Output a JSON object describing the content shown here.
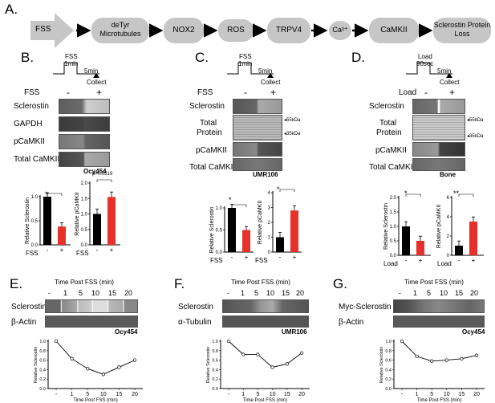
{
  "panel_letters": [
    "A.",
    "B.",
    "C.",
    "D.",
    "E.",
    "F.",
    "G."
  ],
  "pathway": {
    "nodes": [
      "FSS",
      "deTyr Microtubules",
      "NOX2",
      "ROS",
      "TRPV4",
      "Ca²⁺",
      "CaMKII",
      "Sclerostin Protein Loss"
    ]
  },
  "B": {
    "protocol_top": "FSS",
    "protocol_top2": "1min",
    "protocol_mid": "5min",
    "protocol_collect": "Collect",
    "treatment": "FSS",
    "minus": "-",
    "plus": "+",
    "rows": [
      "Sclerostin",
      "GAPDH",
      "pCaMKII",
      "Total CaMKII"
    ],
    "cell": "Ocy454",
    "star": "*",
    "pvalue": "p=0.0519"
  },
  "C": {
    "protocol_top": "FSS",
    "protocol_top2": "1min",
    "protocol_mid": "5min",
    "protocol_collect": "Collect",
    "treatment": "FSS",
    "minus": "-",
    "plus": "+",
    "rows": [
      "Sclerostin",
      "Total",
      "Protein",
      "pCaMKII",
      "Total CaMKII"
    ],
    "markers": [
      "55kDa",
      "35kDa"
    ],
    "cell": "UMR106",
    "star": "*"
  },
  "D": {
    "protocol_top": "Load",
    "protocol_top2": "90sec",
    "protocol_mid": "5min",
    "protocol_collect": "Collect",
    "treatment": "Load",
    "minus": "-",
    "plus": "+",
    "rows": [
      "Sclerostin",
      "Total",
      "Protein",
      "pCaMKII",
      "Total CaMKII"
    ],
    "markers": [
      "55kDa",
      "35kDa"
    ],
    "cell": "Bone",
    "star1": "*",
    "star2": "**"
  },
  "timecourse": {
    "header": "Time Post FSS (min)",
    "lanes": [
      "-",
      "1",
      "5",
      "10",
      "15",
      "20"
    ],
    "E": {
      "rows": [
        "Sclerostin",
        "β-Actin"
      ],
      "cell": "Ocy454"
    },
    "F": {
      "rows": [
        "Sclerostin",
        "α-Tubulin"
      ],
      "cell": "UMR106"
    },
    "G": {
      "rows": [
        "Myc-Sclerostin",
        "β-Actin"
      ],
      "cell": "Ocy454"
    }
  },
  "chart_data": [
    {
      "type": "bar",
      "panel": "B",
      "ylabel": "Relative Sclerostin",
      "categories": [
        "-",
        "+"
      ],
      "xgroup": "FSS",
      "values": [
        1.0,
        0.38
      ],
      "colors": [
        "#000000",
        "#e8302a"
      ],
      "ylim": [
        0,
        1.0
      ],
      "yticks": [
        0.0,
        0.5,
        1.0
      ]
    },
    {
      "type": "bar",
      "panel": "B",
      "ylabel": "Relative pCaMKII",
      "categories": [
        "-",
        "+"
      ],
      "xgroup": "FSS",
      "values": [
        1.0,
        1.55
      ],
      "colors": [
        "#000000",
        "#e8302a"
      ],
      "ylim": [
        0,
        2.0
      ],
      "yticks": [
        0.0,
        0.5,
        1.0,
        1.5,
        2.0
      ]
    },
    {
      "type": "bar",
      "panel": "C",
      "ylabel": "Relative Sclerostin",
      "categories": [
        "-",
        "+"
      ],
      "xgroup": "FSS",
      "values": [
        1.0,
        0.5
      ],
      "colors": [
        "#000000",
        "#e8302a"
      ],
      "ylim": [
        0,
        1.0
      ],
      "yticks": [
        0.0,
        0.5,
        1.0
      ]
    },
    {
      "type": "bar",
      "panel": "C",
      "ylabel": "Relative pCaMKII",
      "categories": [
        "-",
        "+"
      ],
      "xgroup": "FSS",
      "values": [
        1.0,
        2.8
      ],
      "colors": [
        "#000000",
        "#e8302a"
      ],
      "ylim": [
        0,
        4
      ],
      "yticks": [
        0,
        1,
        2,
        3,
        4
      ]
    },
    {
      "type": "bar",
      "panel": "D",
      "ylabel": "Relative Sclerostin",
      "categories": [
        "-",
        "+"
      ],
      "xgroup": "Load",
      "values": [
        1.0,
        0.5
      ],
      "colors": [
        "#000000",
        "#e8302a"
      ],
      "ylim": [
        0,
        2.0
      ],
      "yticks": [
        0.0,
        0.5,
        1.0,
        1.5,
        2.0
      ]
    },
    {
      "type": "bar",
      "panel": "D",
      "ylabel": "Relative pCaMKII",
      "categories": [
        "-",
        "+"
      ],
      "xgroup": "Load",
      "values": [
        1.0,
        3.5
      ],
      "colors": [
        "#000000",
        "#e8302a"
      ],
      "ylim": [
        0,
        6
      ],
      "yticks": [
        0,
        2,
        4,
        6
      ]
    },
    {
      "type": "line",
      "panel": "E",
      "ylabel": "Relative Sclerostin",
      "xlabel": "Time Post FSS (min)",
      "categories": [
        "-",
        "1",
        "5",
        "10",
        "15",
        "20"
      ],
      "values": [
        1.0,
        0.63,
        0.42,
        0.3,
        0.45,
        0.6
      ],
      "ylim": [
        0,
        1.0
      ],
      "yticks": [
        0.0,
        0.2,
        0.4,
        0.6,
        0.8,
        1.0
      ]
    },
    {
      "type": "line",
      "panel": "F",
      "ylabel": "Relative Sclerostin",
      "xlabel": "Time Post FSS (min)",
      "categories": [
        "-",
        "1",
        "5",
        "10",
        "15",
        "20"
      ],
      "values": [
        1.0,
        0.72,
        0.72,
        0.45,
        0.52,
        0.75
      ],
      "ylim": [
        0,
        1.0
      ],
      "yticks": [
        0.0,
        0.2,
        0.4,
        0.6,
        0.8,
        1.0
      ]
    },
    {
      "type": "line",
      "panel": "G",
      "ylabel": "Relative Sclerostin",
      "xlabel": "Time Post FSS (min)",
      "categories": [
        "-",
        "1",
        "5",
        "10",
        "15",
        "20"
      ],
      "values": [
        1.0,
        0.68,
        0.58,
        0.6,
        0.63,
        0.7
      ],
      "ylim": [
        0,
        1.0
      ],
      "yticks": [
        0.0,
        0.2,
        0.4,
        0.6,
        0.8,
        1.0
      ]
    }
  ]
}
